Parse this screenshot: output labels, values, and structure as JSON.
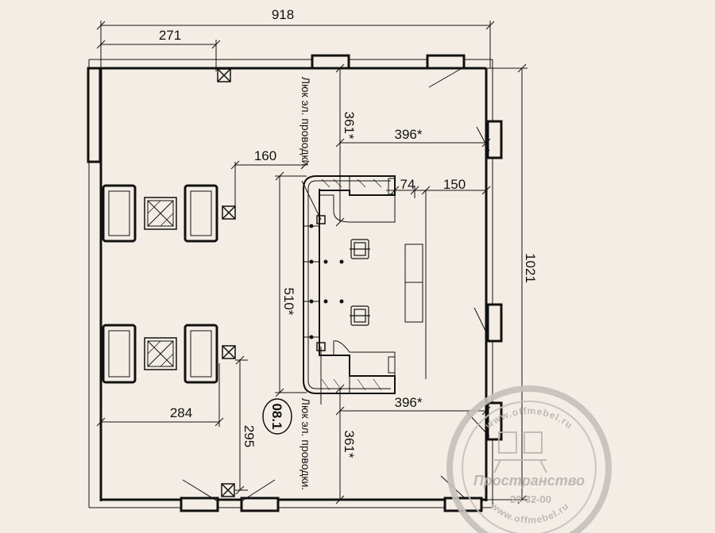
{
  "dimensions": {
    "overall_width": "918",
    "top_left_offset": "271",
    "wall_to_counter": "160",
    "right_span_top": "396*",
    "right_span_bottom": "396*",
    "counter_depth": "74",
    "counter_gap": "150",
    "counter_length": "510*",
    "top_vertical": "361*",
    "bottom_vertical": "361*",
    "overall_height": "1021",
    "bottom_left_width": "284",
    "bottom_left_height": "295"
  },
  "notes": {
    "hatch_top": "Люк эл. проводки.",
    "hatch_bottom": "Люк эл. проводки."
  },
  "zone_tag": "08.1",
  "stamp": {
    "url_top": "www.offmebel.ru",
    "brand": "Пространство",
    "phone": "20-32-00",
    "url_bottom": "www.offmebel.ru"
  }
}
